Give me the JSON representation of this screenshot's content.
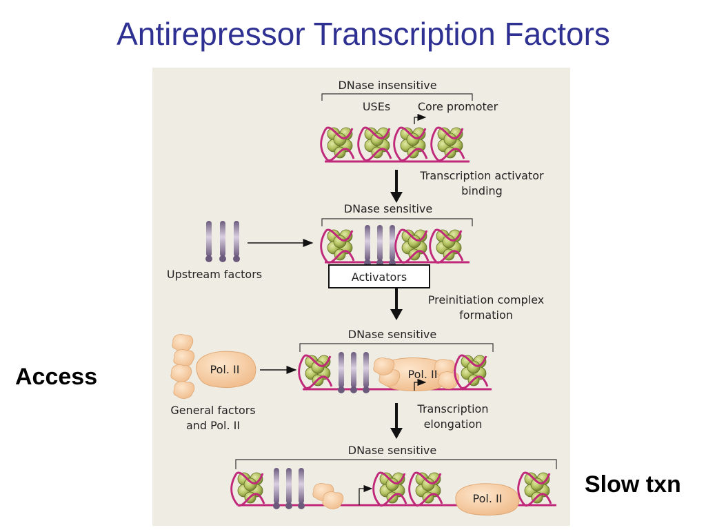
{
  "title": "Antirepressor Transcription Factors",
  "side_labels": {
    "access": "Access",
    "slow_txn": "Slow txn"
  },
  "figure": {
    "stage1": {
      "bracket_label": "DNase insensitive",
      "uses_label": "USEs",
      "core_promoter_label": "Core promoter"
    },
    "step1": [
      "Transcription activator",
      "binding"
    ],
    "stage2": {
      "bracket_label": "DNase sensitive",
      "upstream_factors_label": "Upstream factors",
      "activators_box": "Activators"
    },
    "step2": [
      "Preinitiation complex",
      "formation"
    ],
    "stage3": {
      "bracket_label": "DNase sensitive",
      "pol_label": "Pol. II",
      "bound_pol_label": "Pol. II",
      "general_factors_label": [
        "General factors",
        "and Pol. II"
      ]
    },
    "step3": [
      "Transcription",
      "elongation"
    ],
    "stage4": {
      "bracket_label": "DNase sensitive",
      "pol_label": "Pol. II"
    }
  },
  "colors": {
    "title": "#2e3192",
    "dna": "#c0287a",
    "nucleosome": "#a9b85a",
    "factor": "#8a7398",
    "pol": "#f5c99a",
    "panel": "#efece3"
  }
}
